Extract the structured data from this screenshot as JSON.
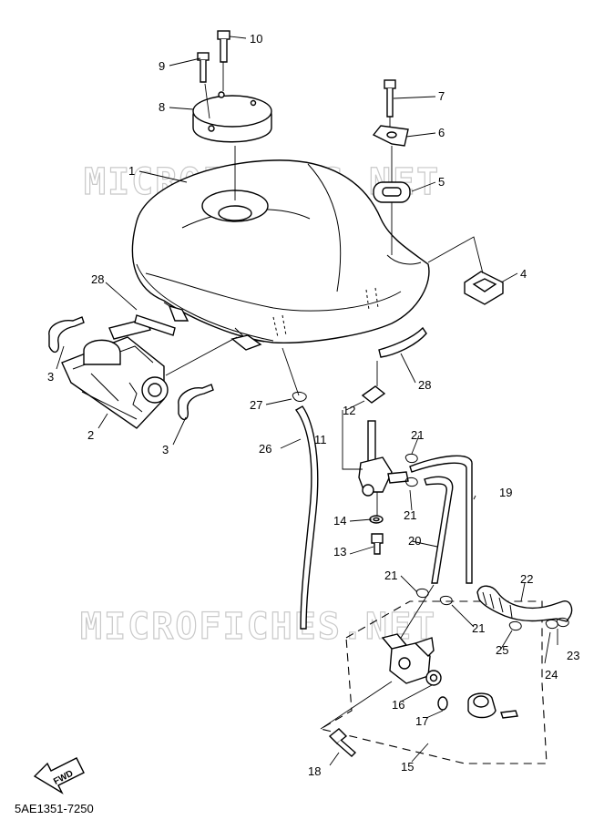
{
  "watermarks": [
    "MICROFICHES.NET",
    "MICROFICHES.NET"
  ],
  "fwd_label": "FWD",
  "footer_code": "5AE1351-7250",
  "callouts": [
    "1",
    "2",
    "3",
    "3",
    "4",
    "5",
    "6",
    "7",
    "8",
    "9",
    "10",
    "11",
    "12",
    "13",
    "14",
    "15",
    "16",
    "17",
    "18",
    "19",
    "20",
    "21",
    "21",
    "21",
    "21",
    "22",
    "23",
    "24",
    "25",
    "26",
    "27",
    "28",
    "28"
  ]
}
